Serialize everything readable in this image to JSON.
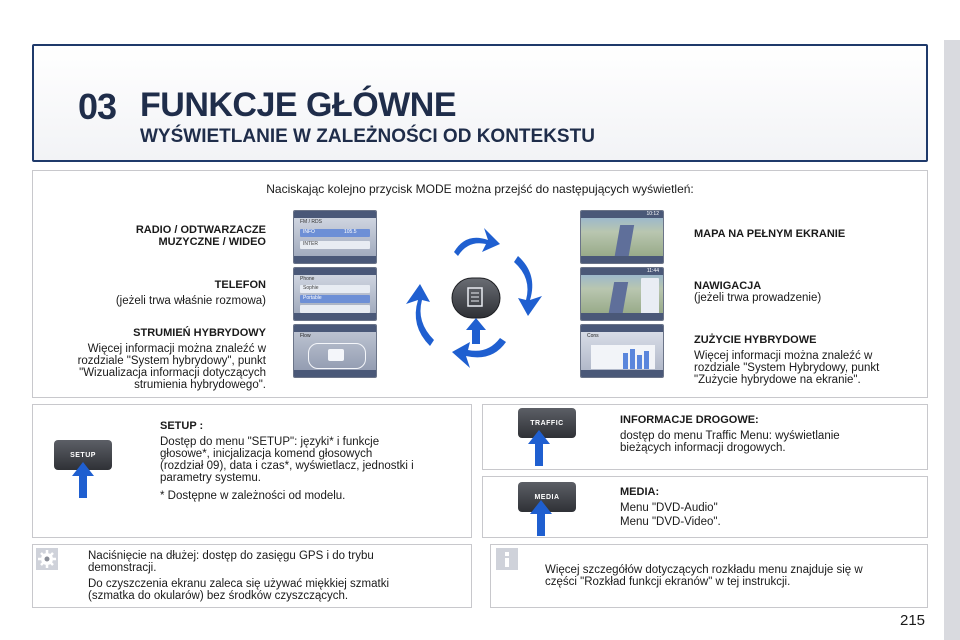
{
  "header": {
    "chapter": "03",
    "title": "FUNKCJE GŁÓWNE",
    "subtitle": "WYŚWIETLANIE W ZALEŻNOŚCI OD KONTEKSTU"
  },
  "intro": "Naciskając kolejno przycisk MODE można przejść do następujących wyświetleń:",
  "left_modes": [
    {
      "title_l1": "RADIO / ODTWARZACZE",
      "title_l2": "MUZYCZNE / WIDEO"
    },
    {
      "title": "TELEFON",
      "desc": "(jeżeli trwa właśnie rozmowa)"
    },
    {
      "title": "STRUMIEŃ HYBRYDOWY",
      "desc_l1": "Więcej informacji można znaleźć w",
      "desc_l2": "rozdziale \"System hybrydowy\", punkt",
      "desc_l3": "\"Wizualizacja informacji dotyczących",
      "desc_l4": "strumienia hybrydowego\"."
    }
  ],
  "right_modes": [
    {
      "title": "MAPA NA PEŁNYM EKRANIE"
    },
    {
      "title": "NAWIGACJA",
      "desc": "(jeżeli trwa prowadzenie)"
    },
    {
      "title": "ZUŻYCIE HYBRYDOWE",
      "desc_l1": "Więcej informacji można znaleźć w",
      "desc_l2": "rozdziale \"System Hybrydowy, punkt",
      "desc_l3": "\"Zużycie hybrydowe na ekranie\"."
    }
  ],
  "screens": {
    "radio": {
      "title": "FM / RDS",
      "item1": "INFO",
      "item2": "105.5",
      "item3": "INTER"
    },
    "phone": {
      "title": "Phone",
      "item1": "Sophie",
      "item2": "Portable"
    },
    "flow": {
      "title": "Flow"
    },
    "map": {
      "time": "10:12"
    },
    "nav": {
      "time": "11:44"
    },
    "cons": {
      "title": "Cons"
    }
  },
  "setup": {
    "key": "SETUP",
    "title": "SETUP :",
    "desc_l1": "Dostęp do menu \"SETUP\": języki* i funkcje",
    "desc_l2": "głosowe*, inicjalizacja komend głosowych",
    "desc_l3": "(rozdział 09), data i czas*, wyświetlacz, jednostki i",
    "desc_l4": "parametry systemu.",
    "note": "* Dostępne w zależności od modelu."
  },
  "traffic": {
    "key": "TRAFFIC",
    "title": "INFORMACJE DROGOWE:",
    "desc_l1": "dostęp do menu Traffic Menu: wyświetlanie",
    "desc_l2": "bieżących informacji drogowych."
  },
  "media": {
    "key": "MEDIA",
    "title": "MEDIA:",
    "line1": "Menu \"DVD-Audio\"",
    "line2": "Menu \"DVD-Video\"."
  },
  "tip": {
    "l1": "Naciśnięcie na dłużej: dostęp do zasięgu GPS i do trybu",
    "l2": "demonstracji.",
    "l3": "Do czyszczenia ekranu zaleca się używać miękkiej szmatki",
    "l4": "(szmatka do okularów) bez środków czyszczących."
  },
  "info": {
    "l1": "Więcej szczegółów dotyczących rozkładu menu znajduje się w",
    "l2": "części \"Rozkład funkcji ekranów\" w tej instrukcji."
  },
  "page_number": "215",
  "colors": {
    "accent": "#1f3a6b",
    "arrow": "#1f5fd0"
  }
}
